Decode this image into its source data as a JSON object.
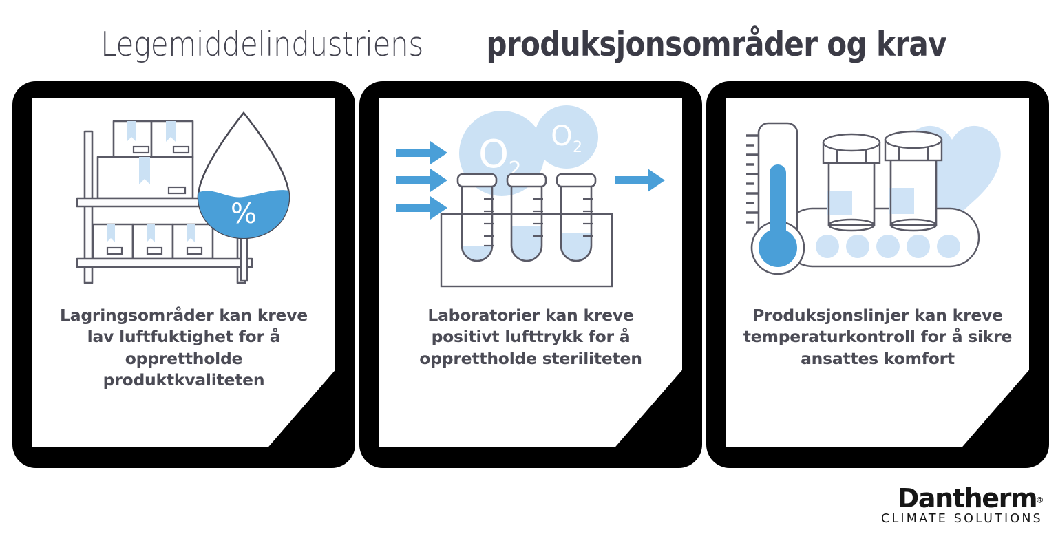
{
  "title": {
    "light_part": "Legemiddelindustriens",
    "bold_part": "produksjonsområder og krav"
  },
  "colors": {
    "accent_blue": "#4a9fd8",
    "light_blue": "#c7ddf3",
    "pale_blue": "#dcebf9",
    "outline_gray": "#5a5a66",
    "text_gray": "#4b4b55",
    "title_gray": "#43434f",
    "frame_black": "#000000",
    "card_white": "#ffffff"
  },
  "cards": [
    {
      "id": "storage-humidity",
      "icon_name": "warehouse-shelf-humidity-droplet-icon",
      "icon_label": "%",
      "text": "Lagringsområder kan kreve lav luftfuktighet for å opprettholde produktkvaliteten"
    },
    {
      "id": "laboratory-pressure",
      "icon_name": "test-tubes-oxygen-airflow-icon",
      "icon_label_1": "O",
      "icon_label_1_sub": "2",
      "icon_label_2": "O",
      "icon_label_2_sub": "2",
      "text": "Laboratorier kan kreve positivt lufttrykk for å opprettholde steriliteten"
    },
    {
      "id": "production-temperature",
      "icon_name": "thermometer-conveyor-pilljars-heart-icon",
      "text": "Produksjonslinjer kan kreve temperaturkontroll for å sikre ansattes komfort"
    }
  ],
  "logo": {
    "brand": "Dantherm",
    "registered_mark": "®",
    "tagline": "CLIMATE SOLUTIONS"
  }
}
